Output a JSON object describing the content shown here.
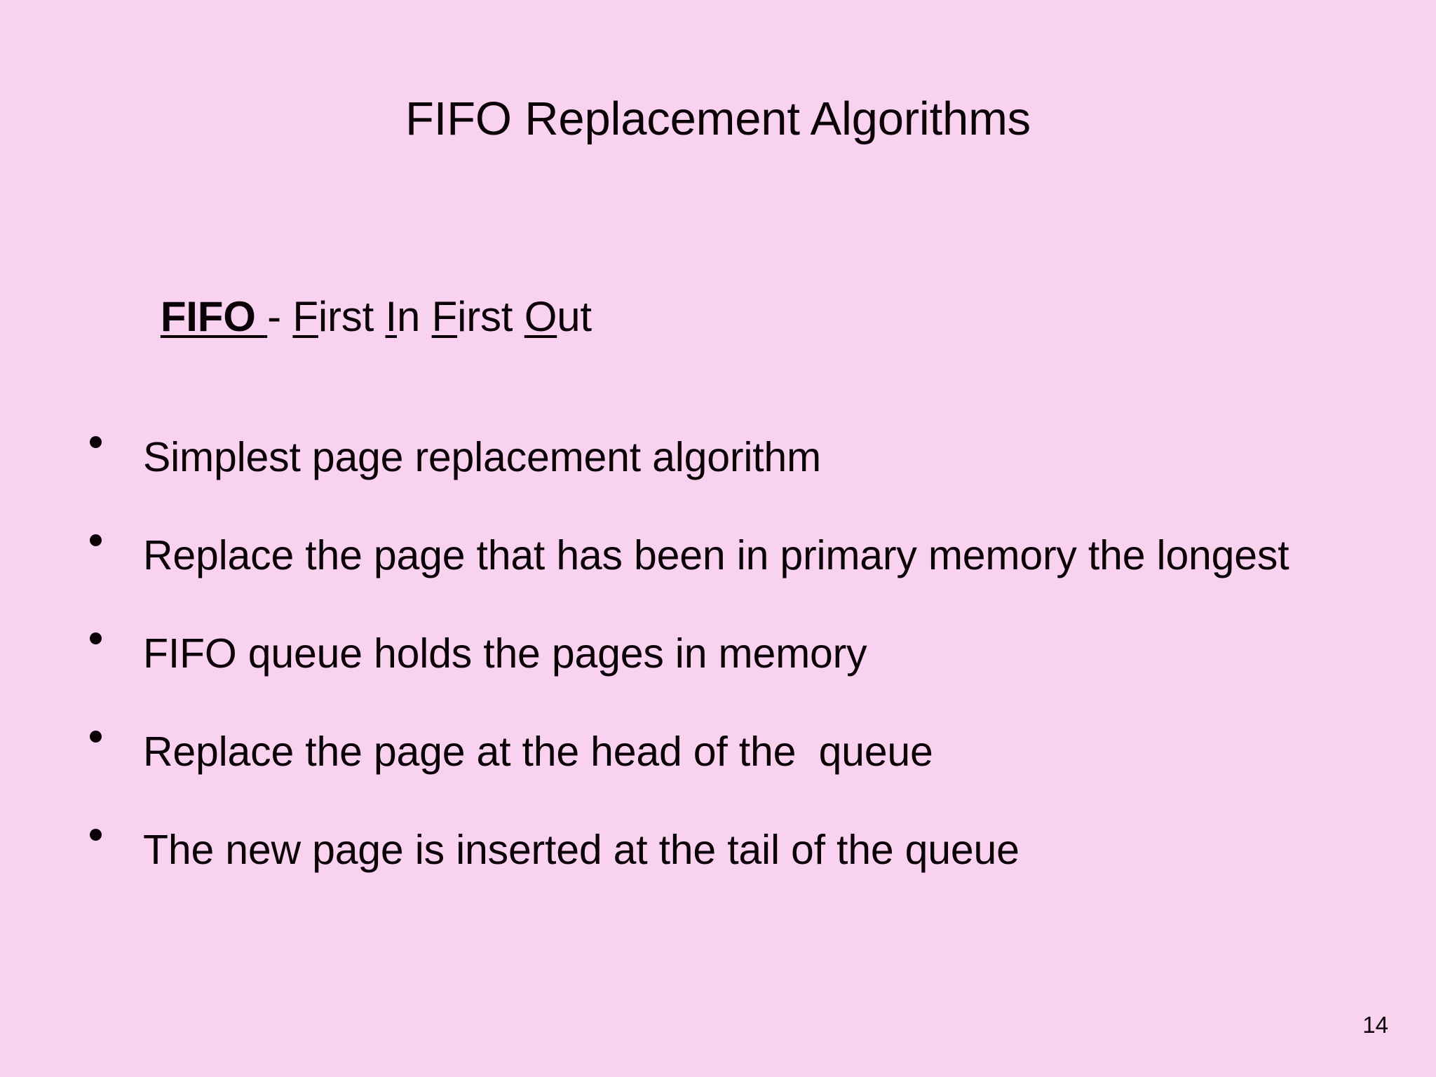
{
  "slide": {
    "background_color": "#f9d2ef",
    "text_color": "#0b0208",
    "title": "FIFO Replacement Algorithms",
    "page_number": "14"
  },
  "heading": {
    "acronym": "FIFO ",
    "separator": "- ",
    "expansion_parts": [
      {
        "underlined": "F",
        "rest": "irst "
      },
      {
        "underlined": "I",
        "rest": "n "
      },
      {
        "underlined": "F",
        "rest": "irst "
      },
      {
        "underlined": "O",
        "rest": "ut"
      }
    ],
    "full_text": "FIFO - First In First Out"
  },
  "bullets": [
    {
      "marker": "bullet-dot",
      "text": "Simplest page replacement algorithm"
    },
    {
      "marker": "bullet-dot",
      "text": "Replace the page that has been in primary memory the longest"
    },
    {
      "marker": "bullet-dot",
      "text": "FIFO queue holds the pages in memory"
    },
    {
      "marker": "bullet-dot",
      "text": "Replace the page at the head of the  queue"
    },
    {
      "marker": "bullet-dot",
      "text": "The new page is inserted at the tail of the queue"
    }
  ]
}
